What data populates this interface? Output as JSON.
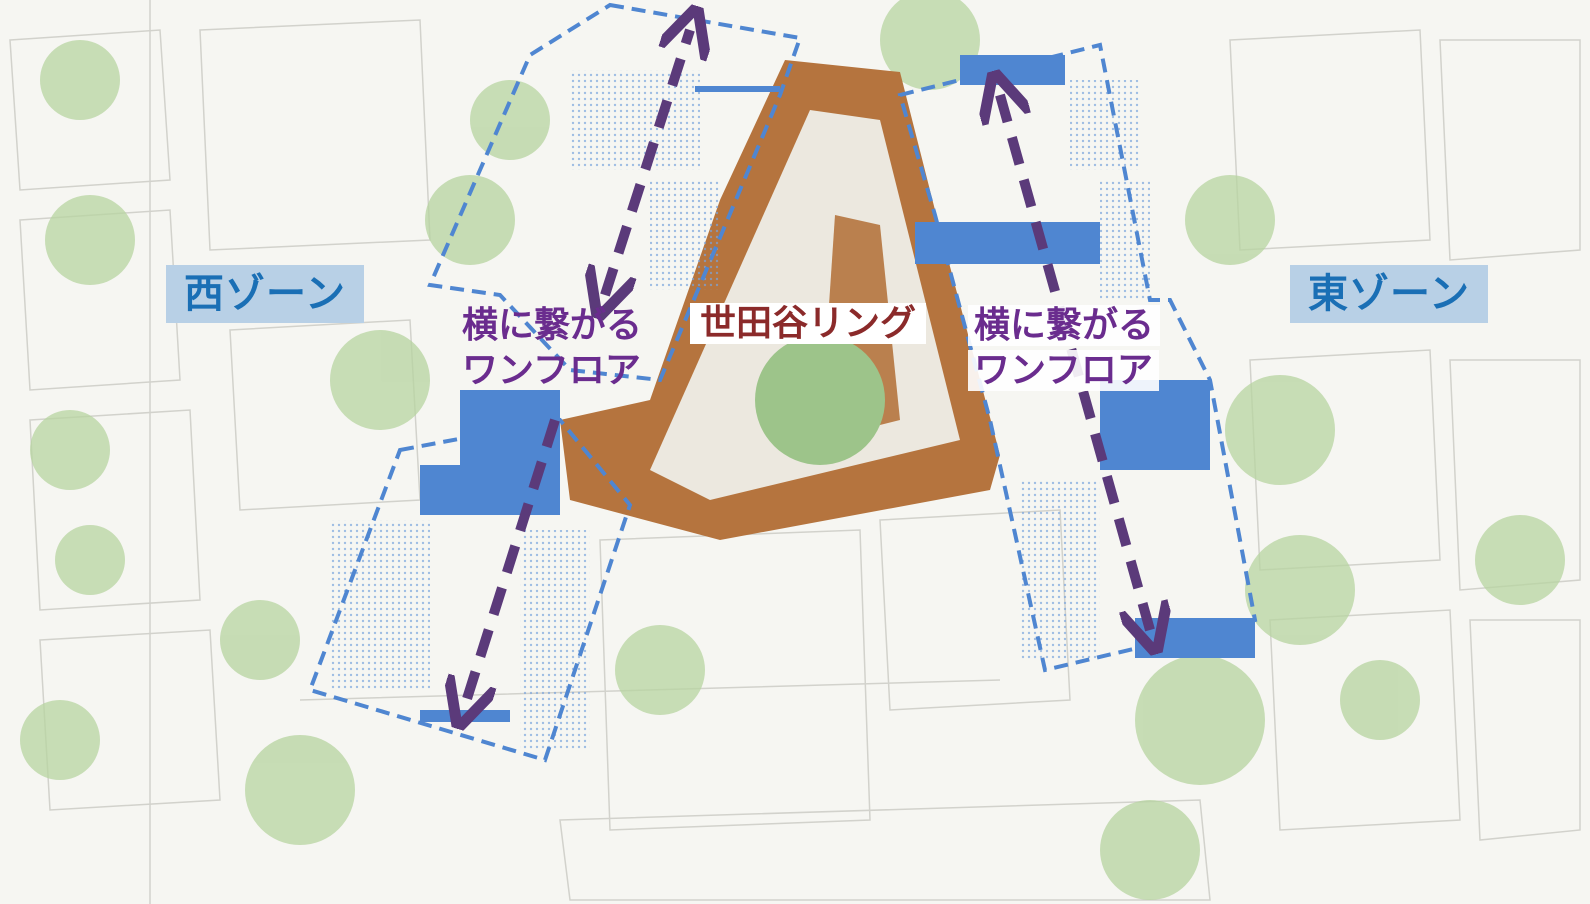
{
  "labels": {
    "west_zone": "西ゾーン",
    "east_zone": "東ゾーン",
    "left_connect_1": "横に繋がる",
    "left_connect_2": "ワンフロア",
    "center_ring": "世田谷リング",
    "right_connect_1": "横に繋がる",
    "right_connect_2": "ワンフロア"
  },
  "colors": {
    "zone_blue": "#4f86d1",
    "zone_label_bg": "#b8d0e6",
    "zone_label_text": "#1a6fb5",
    "arrow_purple": "#5b3a7a",
    "text_purple": "#6a2c8e",
    "ring_text": "#8b2a2a",
    "deck_brown": "#b5743e",
    "tree_green": "#b7d4a0"
  }
}
